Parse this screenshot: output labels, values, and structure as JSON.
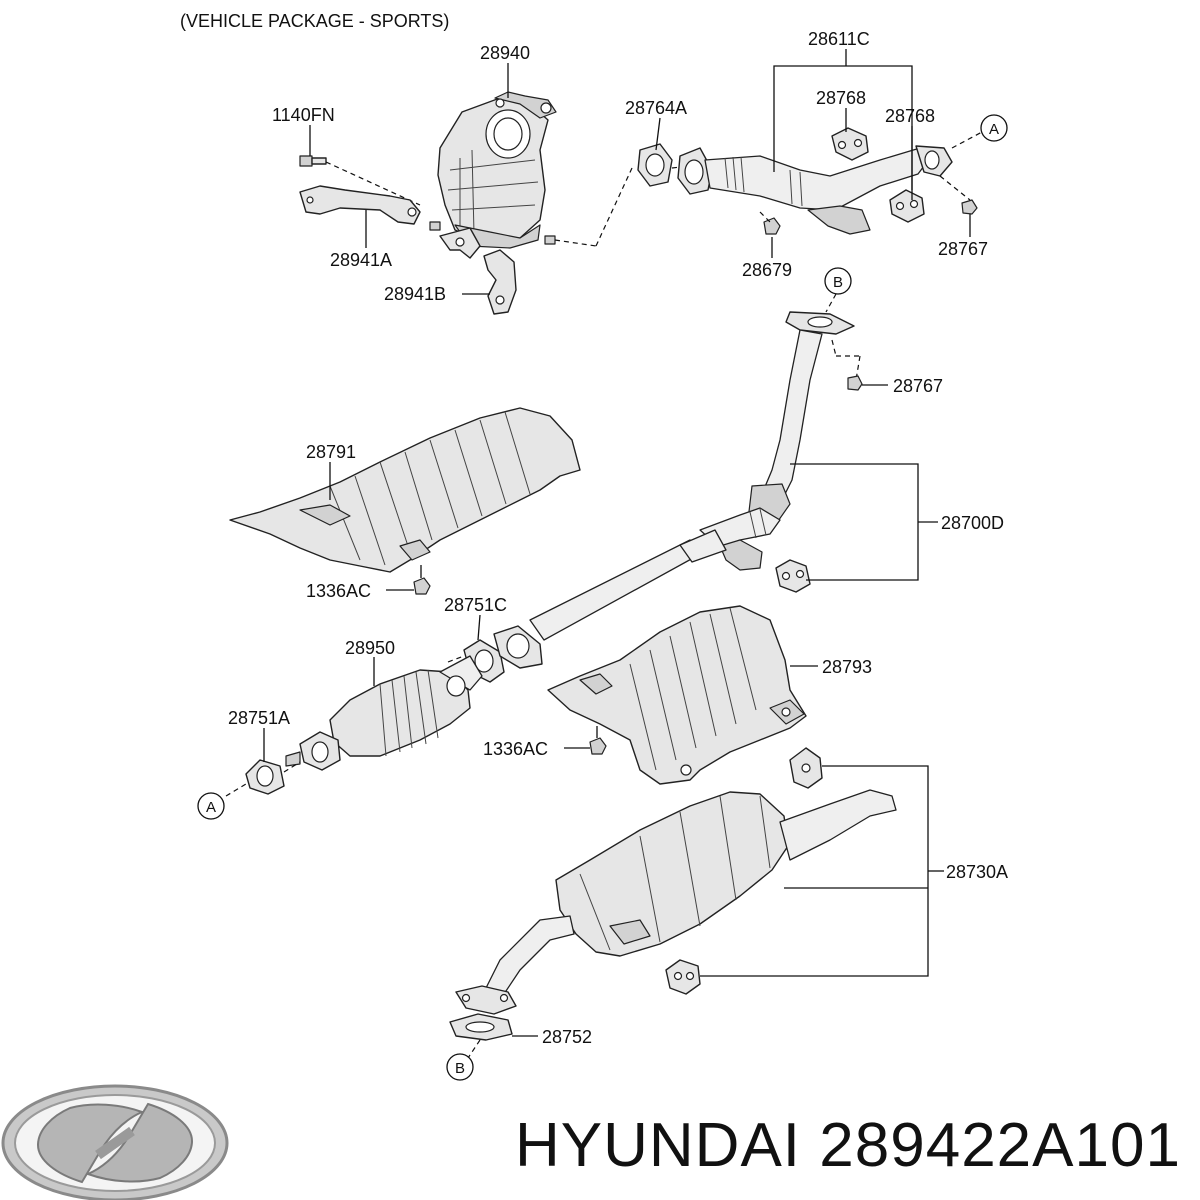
{
  "header": {
    "note": "(VEHICLE PACKAGE - SPORTS)"
  },
  "labels": {
    "p28940": "28940",
    "p1140FN": "1140FN",
    "p28941A": "28941A",
    "p28941B": "28941B",
    "p28764A": "28764A",
    "p28611C": "28611C",
    "p28768a": "28768",
    "p28768b": "28768",
    "p28679": "28679",
    "p28767a": "28767",
    "p28767b": "28767",
    "p28791": "28791",
    "p1336ACa": "1336AC",
    "p28751C": "28751C",
    "p28950": "28950",
    "p28751A": "28751A",
    "p28700D": "28700D",
    "p28793": "28793",
    "p1336ACb": "1336AC",
    "p28730A": "28730A",
    "p28752": "28752"
  },
  "refs": {
    "A": "A",
    "B": "B"
  },
  "brand": {
    "name": "HYUNDAI",
    "part_number": "289422A101",
    "logo_icon": "hyundai-logo-icon"
  }
}
